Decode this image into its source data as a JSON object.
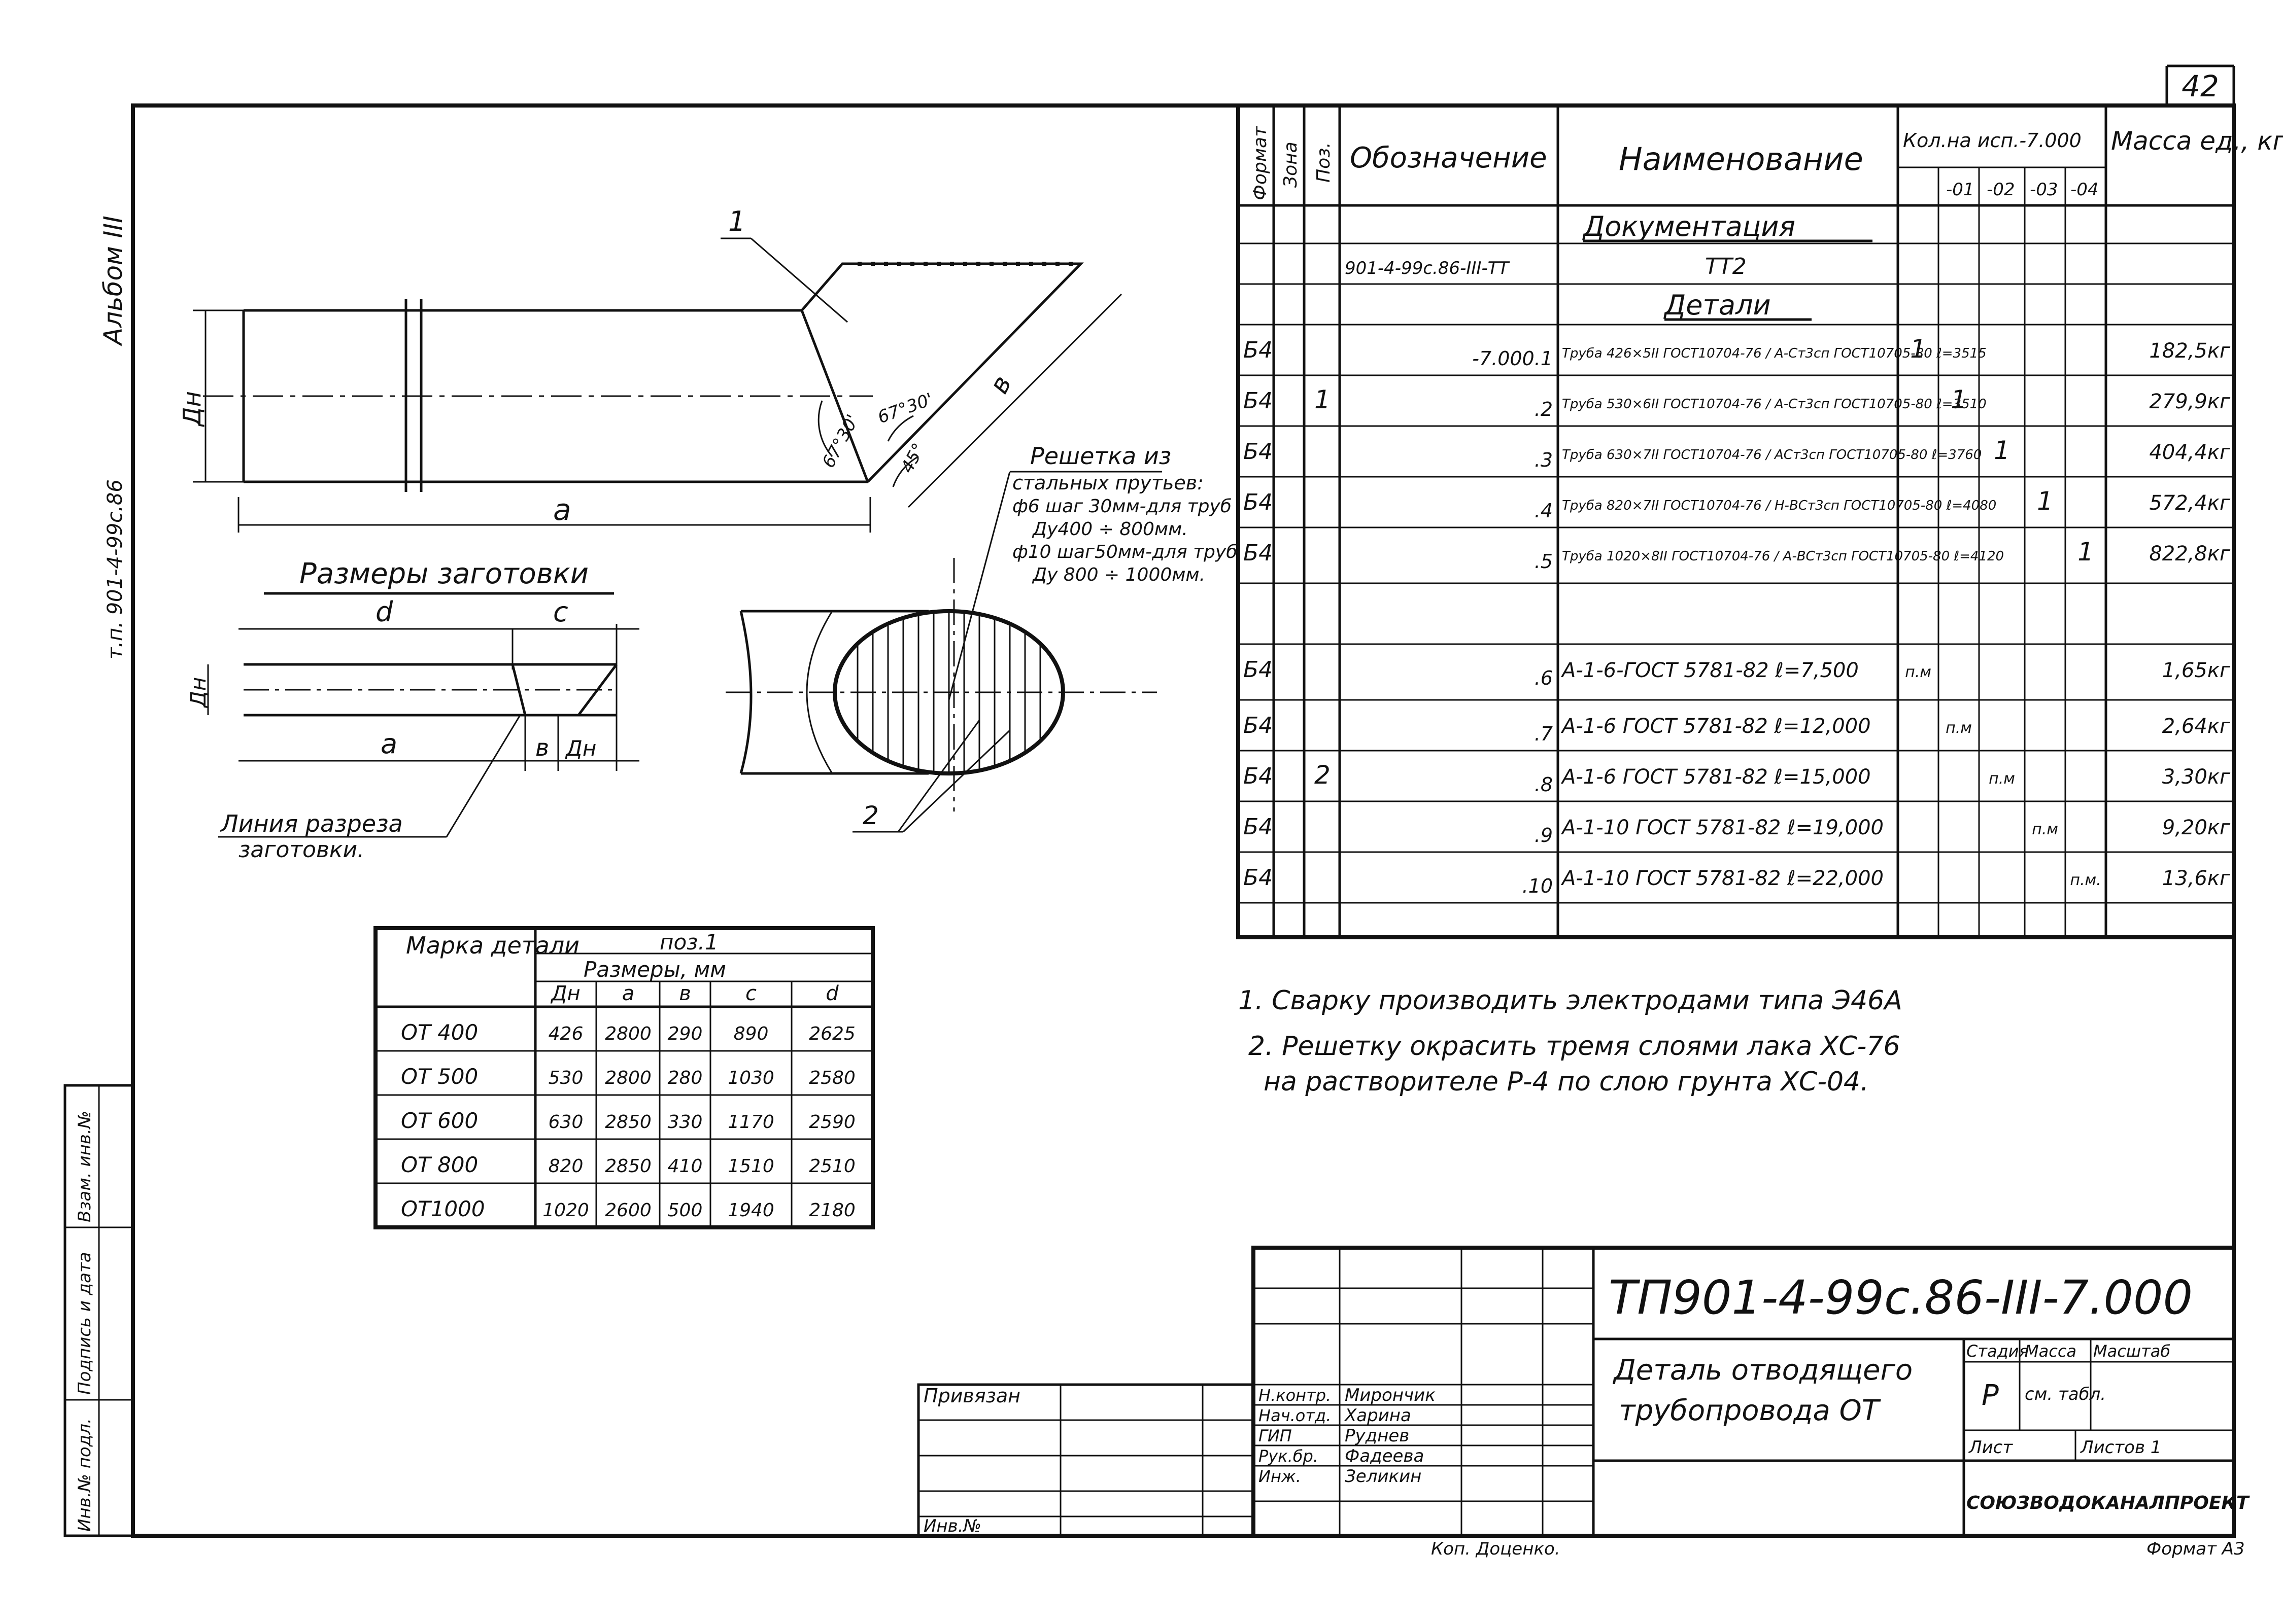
{
  "sheet_number": "42",
  "album_label": "Альбом III",
  "project_side_code": "т.п. 901-4-99с.86",
  "drawing": {
    "callout_1": "1",
    "callout_2": "2",
    "dim_dn": "Дн",
    "dim_a": "a",
    "dim_b": "в",
    "angle_1": "67°30'",
    "angle_2": "67°30'",
    "angle_3": "45°",
    "grid_note": [
      "Решетка из",
      "стальных прутьев:",
      "ф6 шаг 30мм-для труб",
      "Ду400 ÷ 800мм.",
      "ф10 шаг50мм-для труб",
      "Ду 800 ÷ 1000мм."
    ],
    "blank_title": "Размеры заготовки",
    "blank_d": "d",
    "blank_c": "c",
    "blank_a": "a",
    "blank_b": "в",
    "blank_dn": "Дн",
    "cut_line_note": [
      "Линия разреза",
      "заготовки."
    ]
  },
  "blank_table": {
    "hdr_mark": "Марка детали",
    "hdr_pos": "поз.1",
    "hdr_sizes": "Размеры, мм",
    "cols": [
      "Дн",
      "a",
      "в",
      "c",
      "d"
    ],
    "rows": [
      [
        "ОТ 400",
        "426",
        "2800",
        "290",
        "890",
        "2625"
      ],
      [
        "ОТ 500",
        "530",
        "2800",
        "280",
        "1030",
        "2580"
      ],
      [
        "ОТ 600",
        "630",
        "2850",
        "330",
        "1170",
        "2590"
      ],
      [
        "ОТ 800",
        "820",
        "2850",
        "410",
        "1510",
        "2510"
      ],
      [
        "ОТ1000",
        "1020",
        "2600",
        "500",
        "1940",
        "2180"
      ]
    ]
  },
  "spec": {
    "hdr_format": "Формат",
    "hdr_zone": "Зона",
    "hdr_pos": "Поз.",
    "hdr_designation": "Обозначение",
    "hdr_name": "Наименование",
    "hdr_qty": "Кол.на исп.-7.000",
    "hdr_qty_cols": [
      "-01",
      "-02",
      "-03",
      "-04"
    ],
    "hdr_mass": "Масса ед., кг",
    "section_docs": "Документация",
    "doc_row": {
      "designation": "901-4-99с.86-III-ТТ",
      "name": "ТТ2"
    },
    "section_parts": "Детали",
    "rows": [
      {
        "format": "Б4",
        "pos": "",
        "designation": "-7.000.1",
        "name": "Труба 426×5II ГОСТ10704-76 / А-Ст3сп ГОСТ10705-80 ℓ=3515",
        "qty": [
          "1",
          "",
          "",
          ""
        ],
        "mass": "182,5кг"
      },
      {
        "format": "Б4",
        "pos": "1",
        "designation": ".2",
        "name": "Труба 530×6II ГОСТ10704-76 / А-Ст3сп ГОСТ10705-80 ℓ=3510",
        "qty": [
          "",
          "1",
          "",
          ""
        ],
        "mass": "279,9кг"
      },
      {
        "format": "Б4",
        "pos": "",
        "designation": ".3",
        "name": "Труба 630×7II ГОСТ10704-76 / АСт3сп ГОСТ10705-80 ℓ=3760",
        "qty": [
          "",
          "",
          "1",
          ""
        ],
        "mass": "404,4кг"
      },
      {
        "format": "Б4",
        "pos": "",
        "designation": ".4",
        "name": "Труба 820×7II ГОСТ10704-76 / Н-ВСт3сп ГОСТ10705-80 ℓ=4080",
        "qty": [
          "",
          "",
          "",
          "1"
        ],
        "mass": "572,4кг"
      },
      {
        "format": "Б4",
        "pos": "",
        "designation": ".5",
        "name": "Труба 1020×8II ГОСТ10704-76 / А-ВСт3сп ГОСТ10705-80 ℓ=4120",
        "qty": [
          "",
          "",
          "",
          ""
        ],
        "qty5": "1",
        "mass": "822,8кг"
      },
      {
        "format": "Б4",
        "pos": "",
        "designation": ".6",
        "name": "А-1-6-ГОСТ 5781-82 ℓ=7,500",
        "qty": [
          "п.м",
          "",
          "",
          ""
        ],
        "mass": "1,65кг"
      },
      {
        "format": "Б4",
        "pos": "",
        "designation": ".7",
        "name": "А-1-6 ГОСТ 5781-82 ℓ=12,000",
        "qty": [
          "",
          "п.м",
          "",
          ""
        ],
        "mass": "2,64кг"
      },
      {
        "format": "Б4",
        "pos": "2",
        "designation": ".8",
        "name": "А-1-6 ГОСТ 5781-82 ℓ=15,000",
        "qty": [
          "",
          "",
          "п.м",
          ""
        ],
        "mass": "3,30кг"
      },
      {
        "format": "Б4",
        "pos": "",
        "designation": ".9",
        "name": "А-1-10 ГОСТ 5781-82 ℓ=19,000",
        "qty": [
          "",
          "",
          "",
          "п.м"
        ],
        "mass": "9,20кг"
      },
      {
        "format": "Б4",
        "pos": "",
        "designation": ".10",
        "name": "А-1-10 ГОСТ 5781-82 ℓ=22,000",
        "qty": [
          "",
          "",
          "",
          ""
        ],
        "qty5": "п.м.",
        "mass": "13,6кг"
      }
    ]
  },
  "notes": [
    "1. Сварку производить электродами типа Э46А",
    "2. Решетку окрасить тремя слоями лака ХС-76",
    "на растворителе Р-4 по слою грунта ХС-04."
  ],
  "title_block": {
    "code": "ТП901-4-99с.86-III-7.000",
    "title": [
      "Деталь отводящего",
      "трубопровода ОТ"
    ],
    "stage_label": "Стадия",
    "stage": "Р",
    "mass_label": "Масса",
    "mass_value": "см. табл.",
    "scale_label": "Масштаб",
    "sheet_label": "Лист",
    "sheets_label": "Листов 1",
    "org": "СОЮЗВОДОКАНАЛПРОЕКТ",
    "bound_label": "Привязан",
    "inv_label": "Инв.№",
    "roles": [
      "Н.контр.",
      "Нач.отд.",
      "ГИП",
      "Рук.бр.",
      "Инж."
    ],
    "names": [
      "Мирончик",
      "Харина",
      "Руднев",
      "Фадеева",
      "Зеликин"
    ],
    "copied": "Коп. Доценко.",
    "format": "Формат А3"
  },
  "side_stamp": [
    "Инв.№ подл.",
    "Подпись и дата",
    "Взам. инв.№"
  ]
}
